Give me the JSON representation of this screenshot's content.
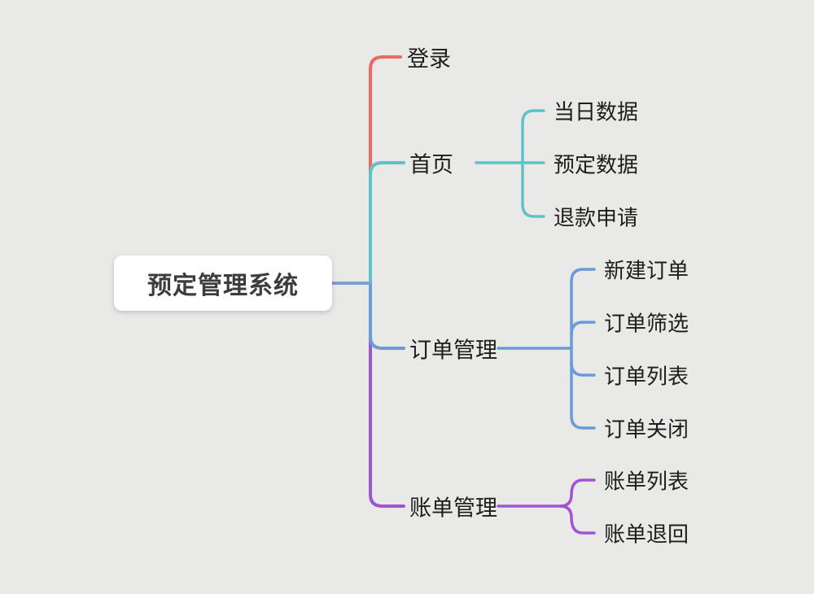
{
  "root": {
    "label": "预定管理系统",
    "connector_color": "#7e9fd0"
  },
  "branches": [
    {
      "id": "login",
      "label": "登录",
      "color": "#ee6862",
      "children": []
    },
    {
      "id": "home",
      "label": "首页",
      "color": "#5ec3c6",
      "children": [
        {
          "label": "当日数据"
        },
        {
          "label": "预定数据"
        },
        {
          "label": "退款申请"
        }
      ]
    },
    {
      "id": "order",
      "label": "订单管理",
      "color": "#689bd8",
      "children": [
        {
          "label": "新建订单"
        },
        {
          "label": "订单筛选"
        },
        {
          "label": "订单列表"
        },
        {
          "label": "订单关闭"
        }
      ]
    },
    {
      "id": "bill",
      "label": "账单管理",
      "color": "#9f54d6",
      "children": [
        {
          "label": "账单列表"
        },
        {
          "label": "账单退回"
        }
      ]
    }
  ]
}
